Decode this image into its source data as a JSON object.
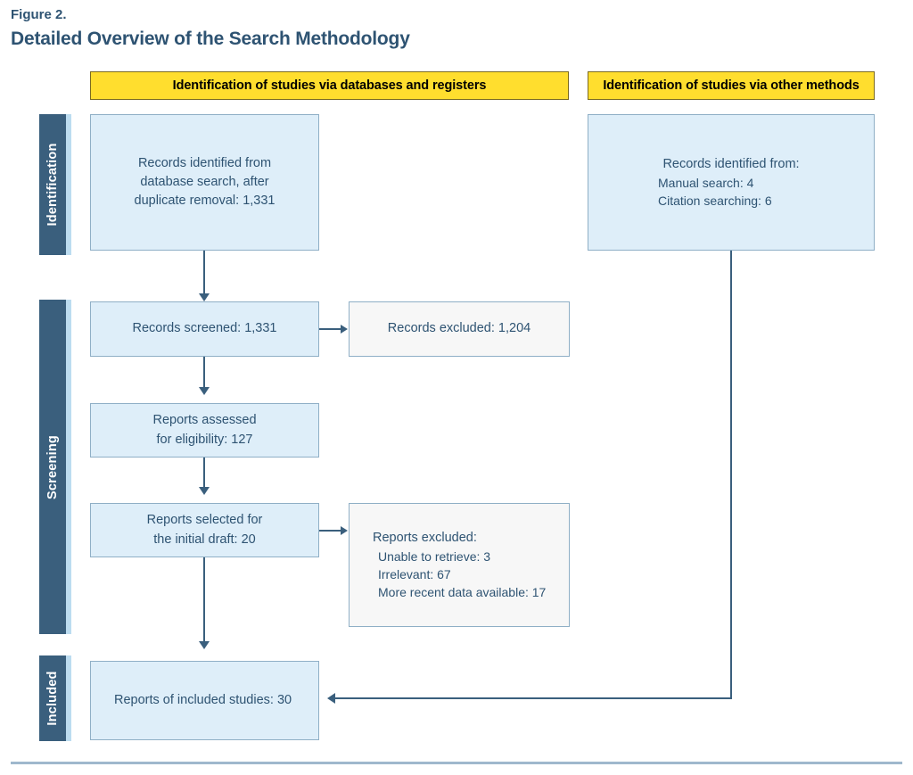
{
  "figure": {
    "label": "Figure 2.",
    "title": "Detailed Overview of the Search Methodology"
  },
  "banners": {
    "databases": "Identification of studies via databases and registers",
    "other_methods": "Identification of studies via other methods"
  },
  "stages": {
    "identification": "Identification",
    "screening": "Screening",
    "included": "Included"
  },
  "boxes": {
    "identified": {
      "line1": "Records identified from",
      "line2": "database search, after",
      "line3": "duplicate removal: 1,331"
    },
    "other": {
      "lead": "Records identified from:",
      "item1": "Manual search: 4",
      "item2": "Citation searching: 6"
    },
    "screened": {
      "line1": "Records screened: 1,331"
    },
    "excluded_records": {
      "line1": "Records excluded: 1,204"
    },
    "eligibility": {
      "line1": "Reports assessed",
      "line2": "for eligibility: 127"
    },
    "selected": {
      "line1": "Reports selected for",
      "line2": "the initial draft: 20"
    },
    "excluded_reports": {
      "lead": "Reports excluded:",
      "item1": "Unable to retrieve: 3",
      "item2": "Irrelevant: 67",
      "item3": "More recent data available: 17"
    },
    "included": {
      "line1": "Reports of included studies: 30"
    }
  },
  "chart_data": {
    "type": "diagram",
    "title": "Detailed Overview of the Search Methodology",
    "nodes": [
      {
        "id": "identified",
        "stage": "Identification",
        "column": "databases",
        "label": "Records identified from database search, after duplicate removal",
        "value": 1331
      },
      {
        "id": "other",
        "stage": "Identification",
        "column": "other",
        "label": "Records identified from",
        "items": [
          {
            "label": "Manual search",
            "value": 4
          },
          {
            "label": "Citation searching",
            "value": 6
          }
        ]
      },
      {
        "id": "screened",
        "stage": "Screening",
        "column": "databases",
        "label": "Records screened",
        "value": 1331
      },
      {
        "id": "excluded_records",
        "stage": "Screening",
        "column": "exclusions",
        "label": "Records excluded",
        "value": 1204
      },
      {
        "id": "eligibility",
        "stage": "Screening",
        "column": "databases",
        "label": "Reports assessed for eligibility",
        "value": 127
      },
      {
        "id": "selected",
        "stage": "Screening",
        "column": "databases",
        "label": "Reports selected for the initial draft",
        "value": 20
      },
      {
        "id": "excluded_reports",
        "stage": "Screening",
        "column": "exclusions",
        "label": "Reports excluded",
        "items": [
          {
            "label": "Unable to retrieve",
            "value": 3
          },
          {
            "label": "Irrelevant",
            "value": 67
          },
          {
            "label": "More recent data available",
            "value": 17
          }
        ]
      },
      {
        "id": "included",
        "stage": "Included",
        "column": "databases",
        "label": "Reports of included studies",
        "value": 30
      }
    ],
    "edges": [
      {
        "from": "identified",
        "to": "screened",
        "direction": "down"
      },
      {
        "from": "screened",
        "to": "excluded_records",
        "direction": "right"
      },
      {
        "from": "screened",
        "to": "eligibility",
        "direction": "down"
      },
      {
        "from": "eligibility",
        "to": "selected",
        "direction": "down"
      },
      {
        "from": "selected",
        "to": "excluded_reports",
        "direction": "right"
      },
      {
        "from": "selected",
        "to": "included",
        "direction": "down"
      },
      {
        "from": "other",
        "to": "included",
        "direction": "elbow-down-left"
      }
    ]
  },
  "colors": {
    "heading": "#2e5372",
    "banner_fill": "#ffde2e",
    "banner_text": "#000000",
    "stage_tab": "#3a5f7d",
    "stage_tab_edge": "#bcdcf0",
    "box_blue": "#deeef9",
    "box_gray": "#f7f7f7",
    "box_border": "#8fafc6",
    "connector": "#3a5f7d",
    "footer_rule": "#9fb8cd"
  }
}
